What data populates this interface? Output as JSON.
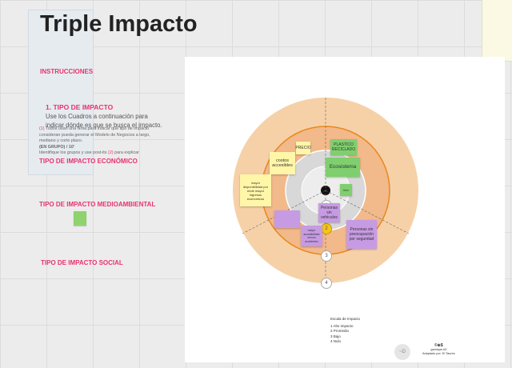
{
  "title": "Triple Impacto",
  "sections": {
    "instrucciones": "INSTRUCCIONES",
    "tipo_impacto_title": "1. TIPO DE IMPACTO",
    "tipo_impacto_body": "Use los Cuadros a continuación para indicar dónde es que se busca el impacto.",
    "notes_line1_mark": "(1)",
    "notes_line1": "Todos usan una Nota para indicar que tipo de impacto consideran pueda generar el Modelo de Negocios a largo, mediano y corto plazo.",
    "notes_line2": "(EN GRUPO) / 10'",
    "notes_line3_a": "Identifique los grupos y use post-its",
    "notes_line3_mark": "(2)",
    "notes_line3_b": "para explicar",
    "economico": "TIPO DE IMPACTO ECONÓMICO",
    "medioambiental": "TIPO DE IMPACTO MEDIOAMBIENTAL",
    "social": "TIPO DE IMPACTO SOCIAL"
  },
  "notes": {
    "precio": "PRECIO",
    "plastico": "PLASTICO RECICLADO",
    "costos": "costos accesibles",
    "ecosistema": "Ecosistema",
    "mayor": "mayor disponibilidad por ende mayor ingresos economicos",
    "personas_sin_vehiculo": "Personas sin vehiculos",
    "small_green": "bien",
    "purple_left": "",
    "purple_small": "mayor accesibilidad menos accidentes",
    "purple_right": "Personas sin preocupación por seguridad"
  },
  "rings": {
    "r1": "1",
    "r2": "2",
    "r3": "3",
    "r4": "4"
  },
  "legend": {
    "title": "Escala de Impacto",
    "items": [
      "1 Alto Impacto",
      "2 Promedio",
      "3 Bajo",
      "4 Nulo"
    ]
  },
  "license": {
    "cc": "©⊕$",
    "line1": "gamique.#3",
    "line2": "Adaptado por: El Taures"
  },
  "logo": "~D"
}
